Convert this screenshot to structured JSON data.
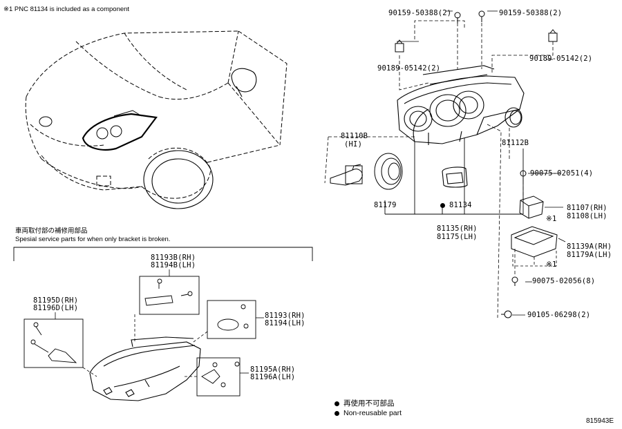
{
  "header": {
    "component_note": "※1 PNC 81134 is included as a component"
  },
  "service_parts": {
    "title_jp": "車両取付部の補修用部品",
    "title_en": "Spesial service parts for when only bracket is broken."
  },
  "parts": {
    "p90159_left": "90159-50388(2)",
    "p90159_right": "90159-50388(2)",
    "p90189_left": "90189-05142(2)",
    "p90189_right": "90189-05142(2)",
    "p81110b": "81110B",
    "p81110b_sub": "(HI)",
    "p81112b": "81112B",
    "p81179": "81179",
    "p81134": "81134",
    "p81135": "81135(RH)",
    "p81175": "81175(LH)",
    "p90075_02051": "90075-02051(4)",
    "p81107": "81107(RH)",
    "p81108": "81108(LH)",
    "p81139a": "81139A(RH)",
    "p81179a": "81179A(LH)",
    "p90075_02056": "90075-02056(8)",
    "p90105": "90105-06298(2)",
    "note_mark1": "※1",
    "note_mark2": "※1",
    "p81193b": "81193B(RH)",
    "p81194b": "81194B(LH)",
    "p81195d": "81195D(RH)",
    "p81196d": "81196D(LH)",
    "p81193": "81193(RH)",
    "p81194": "81194(LH)",
    "p81195a": "81195A(RH)",
    "p81196a": "81196A(LH)"
  },
  "legend": {
    "nonreusable_jp": "再使用不可部品",
    "nonreusable_en": "Non-reusable part"
  },
  "figure_id": "815943E"
}
